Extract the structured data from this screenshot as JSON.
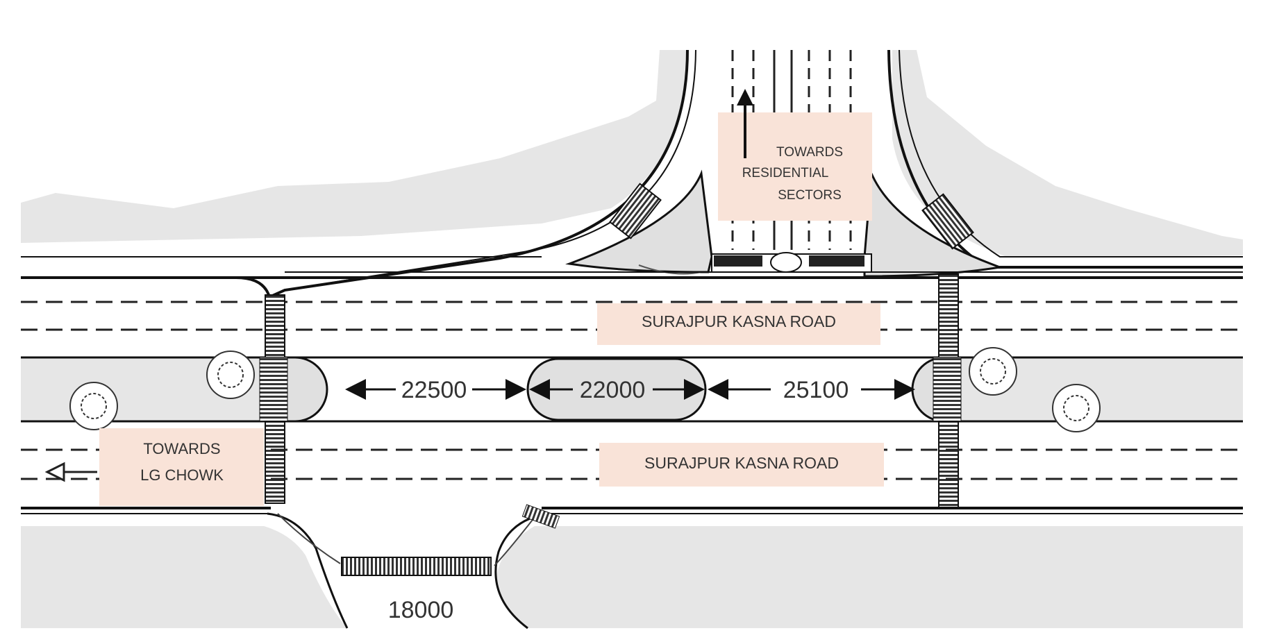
{
  "labels": {
    "road_north": "SURAJPUR KASNA ROAD",
    "road_south": "SURAJPUR KASNA ROAD",
    "towards_residential_1": "TOWARDS",
    "towards_residential_2": "RESIDENTIAL",
    "towards_residential_3": "SECTORS",
    "towards_lg_1": "TOWARDS",
    "towards_lg_2": "LG CHOWK"
  },
  "dimensions": {
    "gap_west": "22500",
    "median_length": "22000",
    "gap_east": "25100",
    "south_opening": "18000"
  },
  "colors": {
    "label_fill": "#f9e3d8",
    "verge_gray": "#e6e6e6",
    "line": "#111111"
  }
}
